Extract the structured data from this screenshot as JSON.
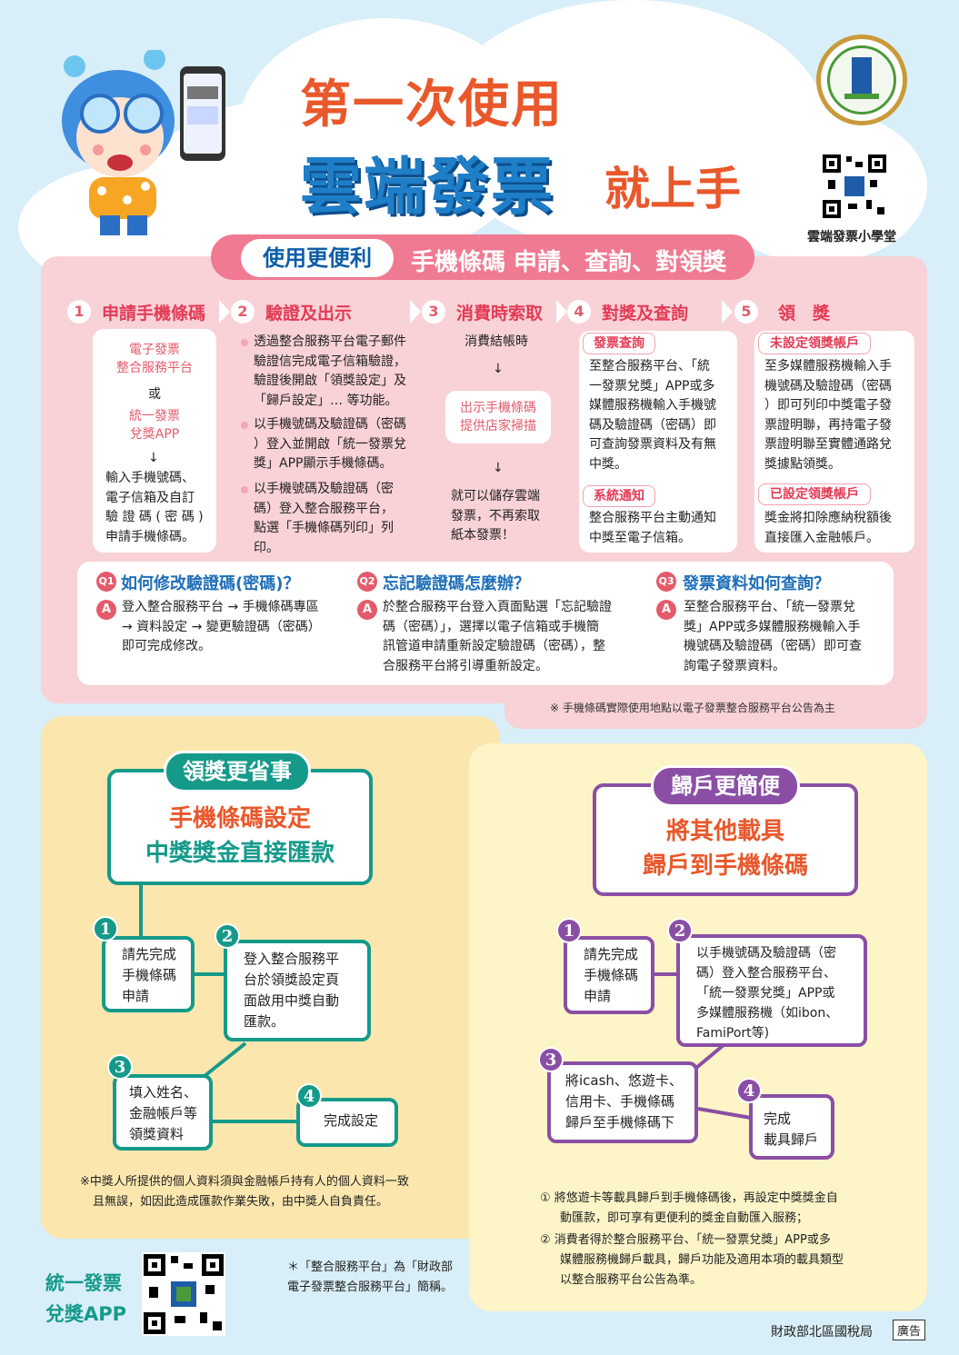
{
  "header": {
    "line1": "第一次使用",
    "line2": "雲端發票",
    "line3": "就上手",
    "qr_label": "雲端發票小學堂"
  },
  "ribbon": {
    "pill": "使用更便利",
    "text": "手機條碼 申請、查詢、對領獎"
  },
  "steps": [
    {
      "num": "1",
      "title": "申請手機條碼"
    },
    {
      "num": "2",
      "title": "驗證及出示"
    },
    {
      "num": "3",
      "title": "消費時索取"
    },
    {
      "num": "4",
      "title": "對獎及查詢"
    },
    {
      "num": "5",
      "title": "領　獎"
    }
  ],
  "step1": {
    "opt1a": "電子發票",
    "opt1b": "整合服務平台",
    "or": "或",
    "opt2a": "統一發票",
    "opt2b": "兌獎APP",
    "arrow": "↓",
    "l1": "輸入手機號碼、",
    "l2": "電子信箱及自訂",
    "l3": "驗 證 碼 ( 密 碼 )",
    "l4": "申請手機條碼。"
  },
  "step2": {
    "b1": [
      "透過整合服務平台電子郵件",
      "驗證信完成電子信箱驗證，",
      "驗證後開啟「領獎設定」及",
      "「歸戶設定」… 等功能。"
    ],
    "b2": [
      "以手機號碼及驗證碼（密碼",
      "）登入並開啟「統一發票兌",
      "獎」APP顯示手機條碼。"
    ],
    "b3": [
      "以手機號碼及驗證碼（密",
      "碼）登入整合服務平台，",
      "點選「手機條碼列印」列",
      "印。"
    ]
  },
  "step3": {
    "top": "消費結帳時",
    "arrow": "↓",
    "mid_a": "出示手機條碼",
    "mid_b": "提供店家掃描",
    "l1": "就可以儲存雲端",
    "l2": "發票，不再索取",
    "l3": "紙本發票！"
  },
  "step4": {
    "tag1": "發票查詢",
    "p1": [
      "至整合服務平台、「統",
      "一發票兌獎」APP或多",
      "媒體服務機輸入手機號",
      "碼及驗證碼（密碼）即",
      "可查詢發票資料及有無",
      "中獎。"
    ],
    "tag2": "系統通知",
    "p2": [
      "整合服務平台主動通知",
      "中獎至電子信箱。"
    ]
  },
  "step5": {
    "tag1": "未設定領獎帳戶",
    "p1": [
      "至多媒體服務機輸入手",
      "機號碼及驗證碼（密碼",
      "）即可列印中獎電子發",
      "票證明聯，再持電子發",
      "票證明聯至實體通路兌",
      "獎據點領獎。"
    ],
    "tag2": "已設定領獎帳戶",
    "p2": [
      "獎金將扣除應納稅額後",
      "直接匯入金融帳戶。"
    ]
  },
  "faq": [
    {
      "q": "Q1",
      "title": "如何修改驗證碼(密碼)？",
      "a": "A",
      "lines": [
        "登入整合服務平台 → 手機條碼專區",
        "→ 資料設定 → 變更驗證碼（密碼）",
        "即可完成修改。"
      ]
    },
    {
      "q": "Q2",
      "title": "忘記驗證碼怎麼辦？",
      "a": "A",
      "lines": [
        "於整合服務平台登入頁面點選「忘記驗證",
        "碼（密碼）」，選擇以電子信箱或手機簡",
        "訊管道申請重新設定驗證碼（密碼），整",
        "合服務平台將引導重新設定。"
      ]
    },
    {
      "q": "Q3",
      "title": "發票資料如何查詢？",
      "a": "A",
      "lines": [
        "至整合服務平台、「統一發票兌",
        "獎」APP或多媒體服務機輸入手",
        "機號碼及驗證碼（密碼）即可查",
        "詢電子發票資料。"
      ]
    }
  ],
  "pink_note": "※  手機條碼實際使用地點以電子發票整合服務平台公告為主",
  "left": {
    "pill": "領獎更省事",
    "head1": "手機條碼設定",
    "head2": "中獎獎金直接匯款",
    "s1": [
      "請先完成",
      "手機條碼",
      "申請"
    ],
    "s2": [
      "登入整合服務平",
      "台於領獎設定頁",
      "面啟用中獎自動",
      "匯款。"
    ],
    "s3": [
      "填入姓名、",
      "金融帳戶等",
      "領獎資料"
    ],
    "s4": [
      "完成設定"
    ],
    "n1": "1",
    "n2": "2",
    "n3": "3",
    "n4": "4",
    "note1": "※中獎人所提供的個人資料須與金融帳戶持有人的個人資料一致",
    "note2": "且無誤，如因此造成匯款作業失敗，由中獎人自負責任。"
  },
  "right": {
    "pill": "歸戶更簡便",
    "head1": "將其他載具",
    "head2": "歸戶到手機條碼",
    "s1": [
      "請先完成",
      "手機條碼",
      "申請"
    ],
    "s2": [
      "以手機號碼及驗證碼（密",
      "碼）登入整合服務平台、",
      "「統一發票兌獎」APP或",
      "多媒體服務機（如ibon、",
      "FamiPort等)"
    ],
    "s3": [
      "將icash、悠遊卡、",
      "信用卡、手機條碼",
      "歸戶至手機條碼下"
    ],
    "s4": [
      "完成",
      "載具歸戶"
    ],
    "n1": "1",
    "n2": "2",
    "n3": "3",
    "n4": "4",
    "foot1": [
      "① 將悠遊卡等載具歸戶到手機條碼後，再設定中獎獎金自",
      "動匯款，即可享有更便利的獎金自動匯入服務；"
    ],
    "foot2": [
      "② 消費者得於整合服務平台、「統一發票兌獎」APP或多",
      "媒體服務機歸戶載具，歸戶功能及適用本項的載具類型",
      "以整合服務平台公告為準。"
    ]
  },
  "bottom": {
    "app1": "統一發票",
    "app2": "兌獎APP",
    "abbr1": "＊「整合服務平台」為「財政部",
    "abbr2": "電子發票整合服務平台」簡稱。",
    "agency": "財政部北區國稅局",
    "ad": "廣告"
  }
}
